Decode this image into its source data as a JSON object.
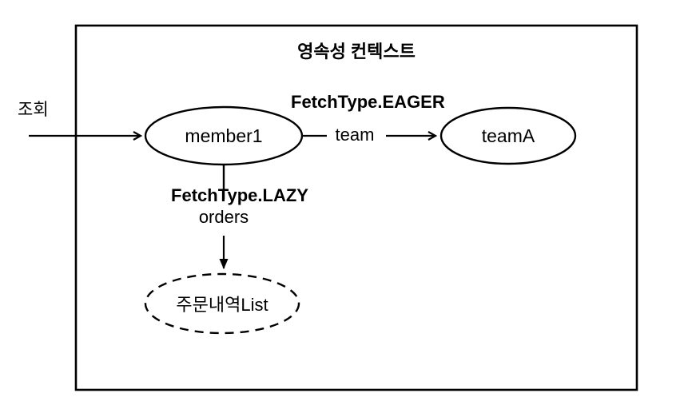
{
  "diagram": {
    "title": "영속성 컨텍스트",
    "query_label": "조회",
    "nodes": {
      "member": "member1",
      "team": "teamA",
      "orders_list": "주문내역List"
    },
    "relations": {
      "team_field": "team",
      "eager_label": "FetchType.EAGER",
      "lazy_label": "FetchType.LAZY",
      "orders_field": "orders"
    },
    "colors": {
      "line": "#000000",
      "background": "#ffffff",
      "text": "#000000"
    }
  }
}
